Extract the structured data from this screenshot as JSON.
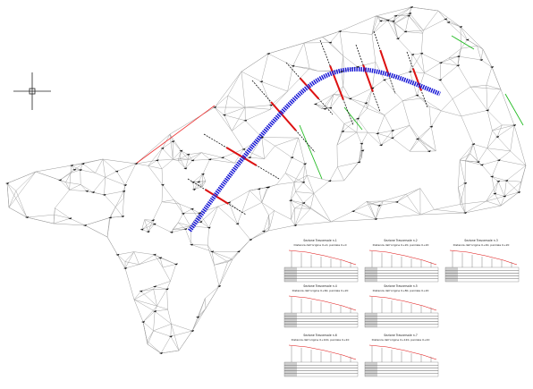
{
  "colors": {
    "background": "#ffffff",
    "mesh_edge": "#9a9a9a",
    "survey_point": "#111111",
    "alignment_axis": "#1a1ad6",
    "cross_section": "#dd1111",
    "breakline": "#22bb22",
    "boundary_red": "#ee3333",
    "crosshair": "#222222"
  },
  "view": {
    "cursor": "crosshair-icon",
    "pickbox": "square-pickbox-icon"
  },
  "profiles": [
    {
      "title": "Sezione Trasversale n.1",
      "subtitle": "Distanza dall'origine 0+0, parziale 0+0"
    },
    {
      "title": "Sezione Trasversale n.2",
      "subtitle": "Distanza dall'origine 0+20, parziale 0+20"
    },
    {
      "title": "Sezione Trasversale n.3",
      "subtitle": "Distanza dall'origine 0+40, parziale 0+20"
    },
    {
      "title": "Sezione Trasversale n.4",
      "subtitle": "Distanza dall'origine 0+60, parziale 0+20"
    },
    {
      "title": "Sezione Trasversale n.5",
      "subtitle": "Distanza dall'origine 0+80, parziale 0+20"
    },
    {
      "title": "Sezione Trasversale n.6",
      "subtitle": "Distanza dall'origine 0+100, parziale 0+20"
    },
    {
      "title": "Sezione Trasversale n.7",
      "subtitle": "Distanza dall'origine 0+120, parziale 0+20"
    }
  ]
}
